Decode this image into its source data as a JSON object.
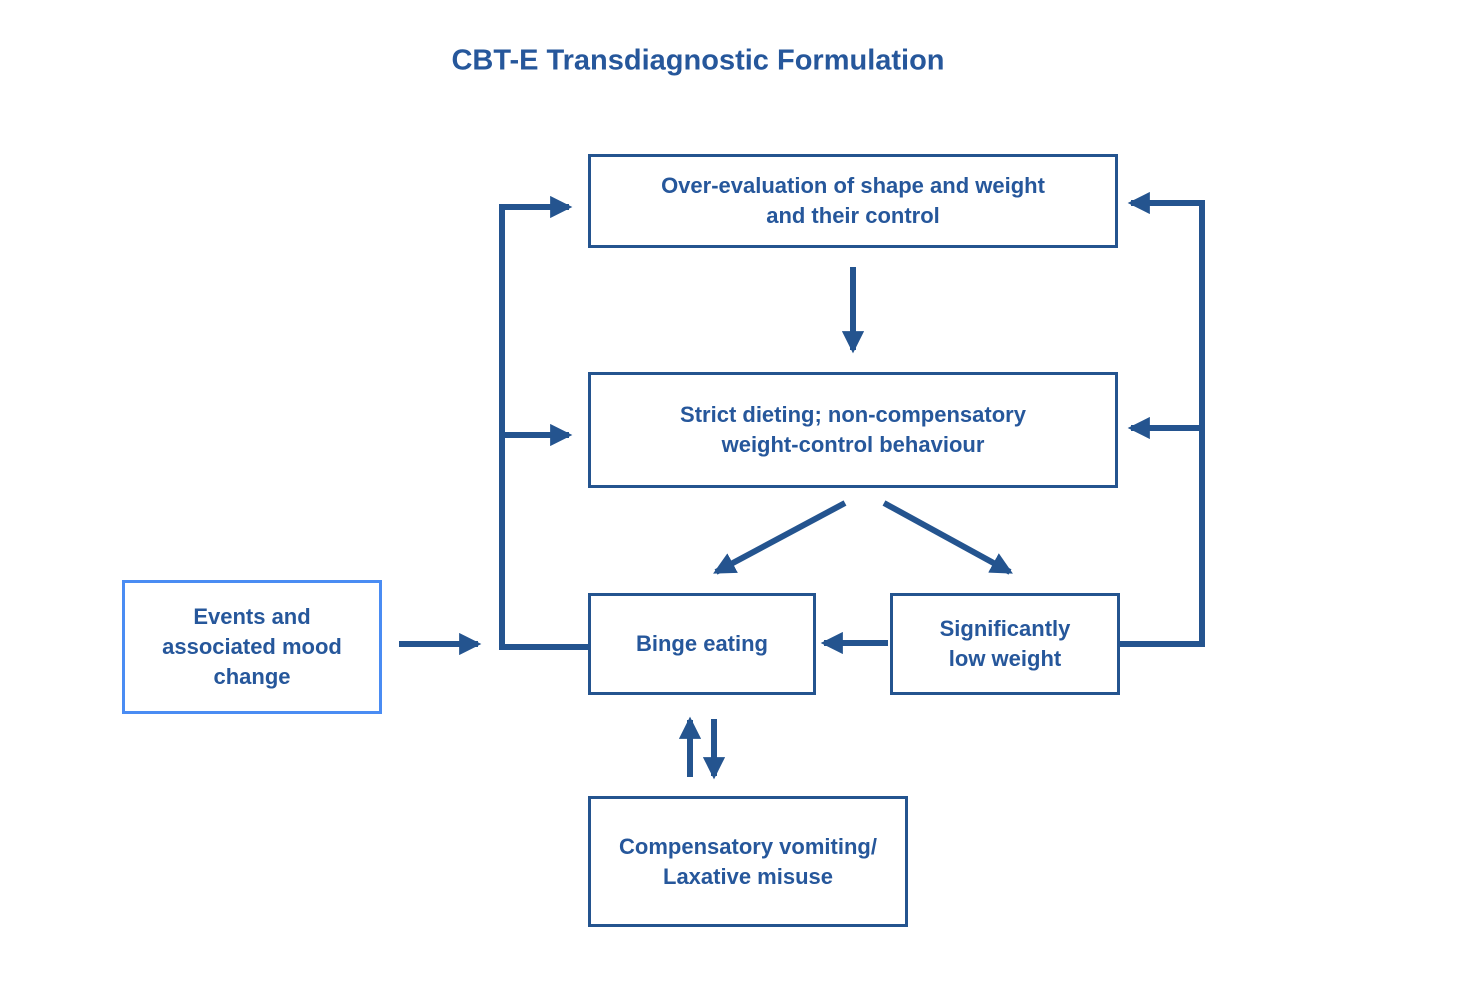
{
  "title": "CBT-E Transdiagnostic Formulation",
  "colors": {
    "primary": "#24548F",
    "accent": "#4A8CF3",
    "text": "#26579B",
    "bg": "#FFFFFF"
  },
  "nodes": {
    "over_evaluation": {
      "label": "Over-evaluation of shape and weight\nand their control"
    },
    "strict_dieting": {
      "label": "Strict dieting; non-compensatory\nweight-control behaviour"
    },
    "events_mood": {
      "label": "Events and\nassociated mood\nchange"
    },
    "binge_eating": {
      "label": "Binge eating"
    },
    "low_weight": {
      "label": "Significantly\nlow weight"
    },
    "compensatory": {
      "label": "Compensatory vomiting/\nLaxative misuse"
    }
  },
  "edges": [
    {
      "from": "over_evaluation",
      "to": "strict_dieting"
    },
    {
      "from": "strict_dieting",
      "to": "binge_eating"
    },
    {
      "from": "strict_dieting",
      "to": "low_weight"
    },
    {
      "from": "low_weight",
      "to": "binge_eating"
    },
    {
      "from": "events_mood",
      "to": "binge_eating"
    },
    {
      "from": "binge_eating",
      "to": "over_evaluation",
      "via": "left feedback loop"
    },
    {
      "from": "binge_eating",
      "to": "strict_dieting",
      "via": "left feedback loop"
    },
    {
      "from": "low_weight",
      "to": "over_evaluation",
      "via": "right feedback loop"
    },
    {
      "from": "low_weight",
      "to": "strict_dieting",
      "via": "right feedback loop"
    },
    {
      "from": "binge_eating",
      "to": "compensatory"
    },
    {
      "from": "compensatory",
      "to": "binge_eating"
    }
  ]
}
